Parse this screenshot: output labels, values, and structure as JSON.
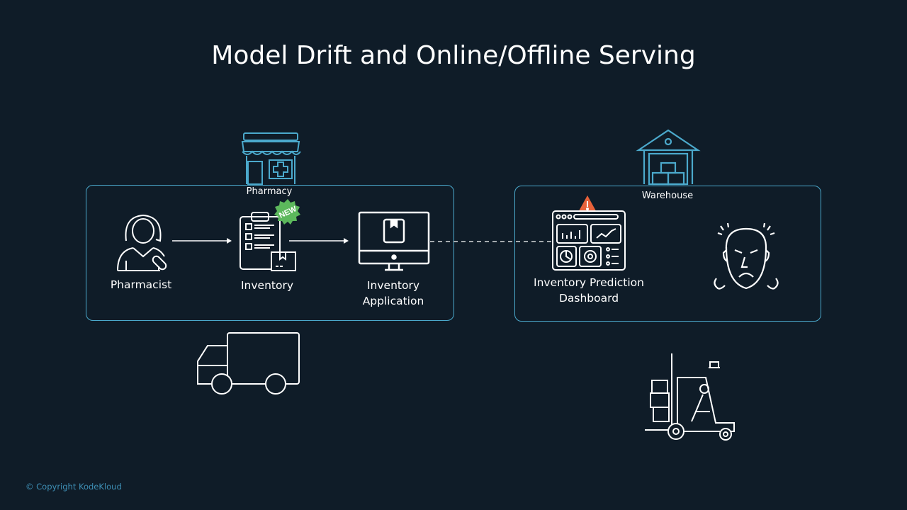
{
  "title": "Model Drift and Online/Offline Serving",
  "pharmacy": {
    "label": "Pharmacy",
    "nodes": {
      "pharmacist": "Pharmacist",
      "inventory": "Inventory",
      "inventory_badge": "NEW",
      "app_line1": "Inventory",
      "app_line2": "Application"
    }
  },
  "warehouse": {
    "label": "Warehouse",
    "nodes": {
      "dashboard_line1": "Inventory Prediction",
      "dashboard_line2": "Dashboard"
    }
  },
  "colors": {
    "accent": "#4ba9cc",
    "badge": "#5cb85c",
    "warning": "#e8623a",
    "background": "#0f1c28"
  },
  "copyright": "© Copyright KodeKloud"
}
